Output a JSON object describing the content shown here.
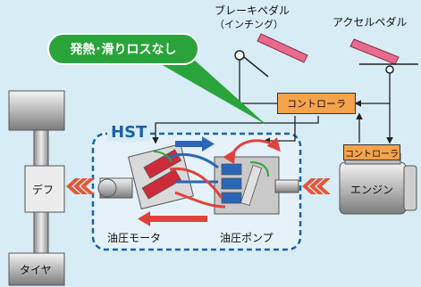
{
  "callout": {
    "text": "発熱･滑りロスなし"
  },
  "brake_pedal": {
    "label": "ブレーキペダル",
    "sub_label": "（インチング）"
  },
  "accel_pedal": {
    "label": "アクセルペダル"
  },
  "controller_top": {
    "label": "コントローラ"
  },
  "hst": {
    "title": "HST"
  },
  "engine_controller": {
    "label": "コントローラ"
  },
  "engine": {
    "label": "エンジン"
  },
  "diff": {
    "label": "デフ"
  },
  "tire": {
    "label": "タイヤ"
  },
  "hydraulic_motor": {
    "label": "油圧モータ"
  },
  "hydraulic_pump": {
    "label": "油圧ポンプ"
  },
  "colors": {
    "background": "#d8ecf6",
    "hst_border": "#1a62a8",
    "controller_fill": "#f4a24c",
    "callout_fill": "#2aa43a",
    "flow_blue": "#2a66b8",
    "flow_red": "#e1413c",
    "power_arrow": "#e4573a",
    "pedal_pink": "#e86a8c"
  }
}
